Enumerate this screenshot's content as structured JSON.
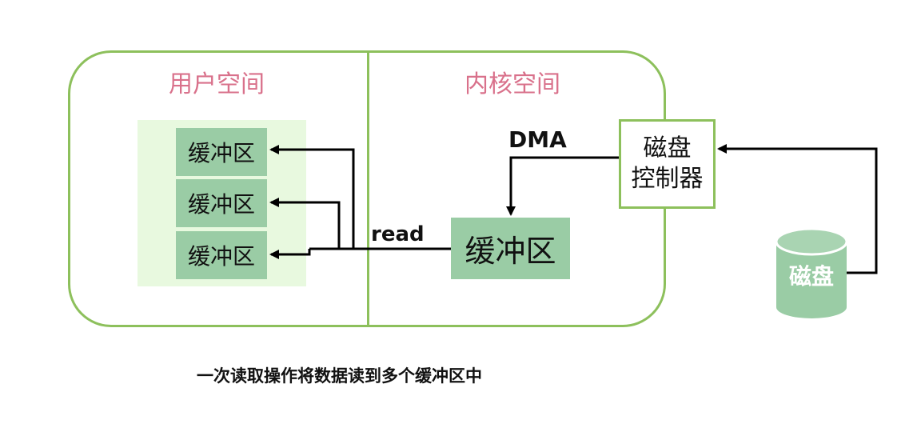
{
  "user_space": {
    "title": "用户空间",
    "buffers": [
      "缓冲区",
      "缓冲区",
      "缓冲区"
    ]
  },
  "kernel_space": {
    "title": "内核空间",
    "buffer": "缓冲区"
  },
  "disk_controller": {
    "line1": "磁盘",
    "line2": "控制器"
  },
  "disk": {
    "label": "磁盘"
  },
  "labels": {
    "dma": "DMA",
    "read": "read"
  },
  "caption": "一次读取操作将数据读到多个缓冲区中",
  "colors": {
    "frame": "#8dc05c",
    "buffer": "#9acca5",
    "user_area": "#e8f9df",
    "space_title": "#d9718b",
    "disk": "#9acca5"
  }
}
